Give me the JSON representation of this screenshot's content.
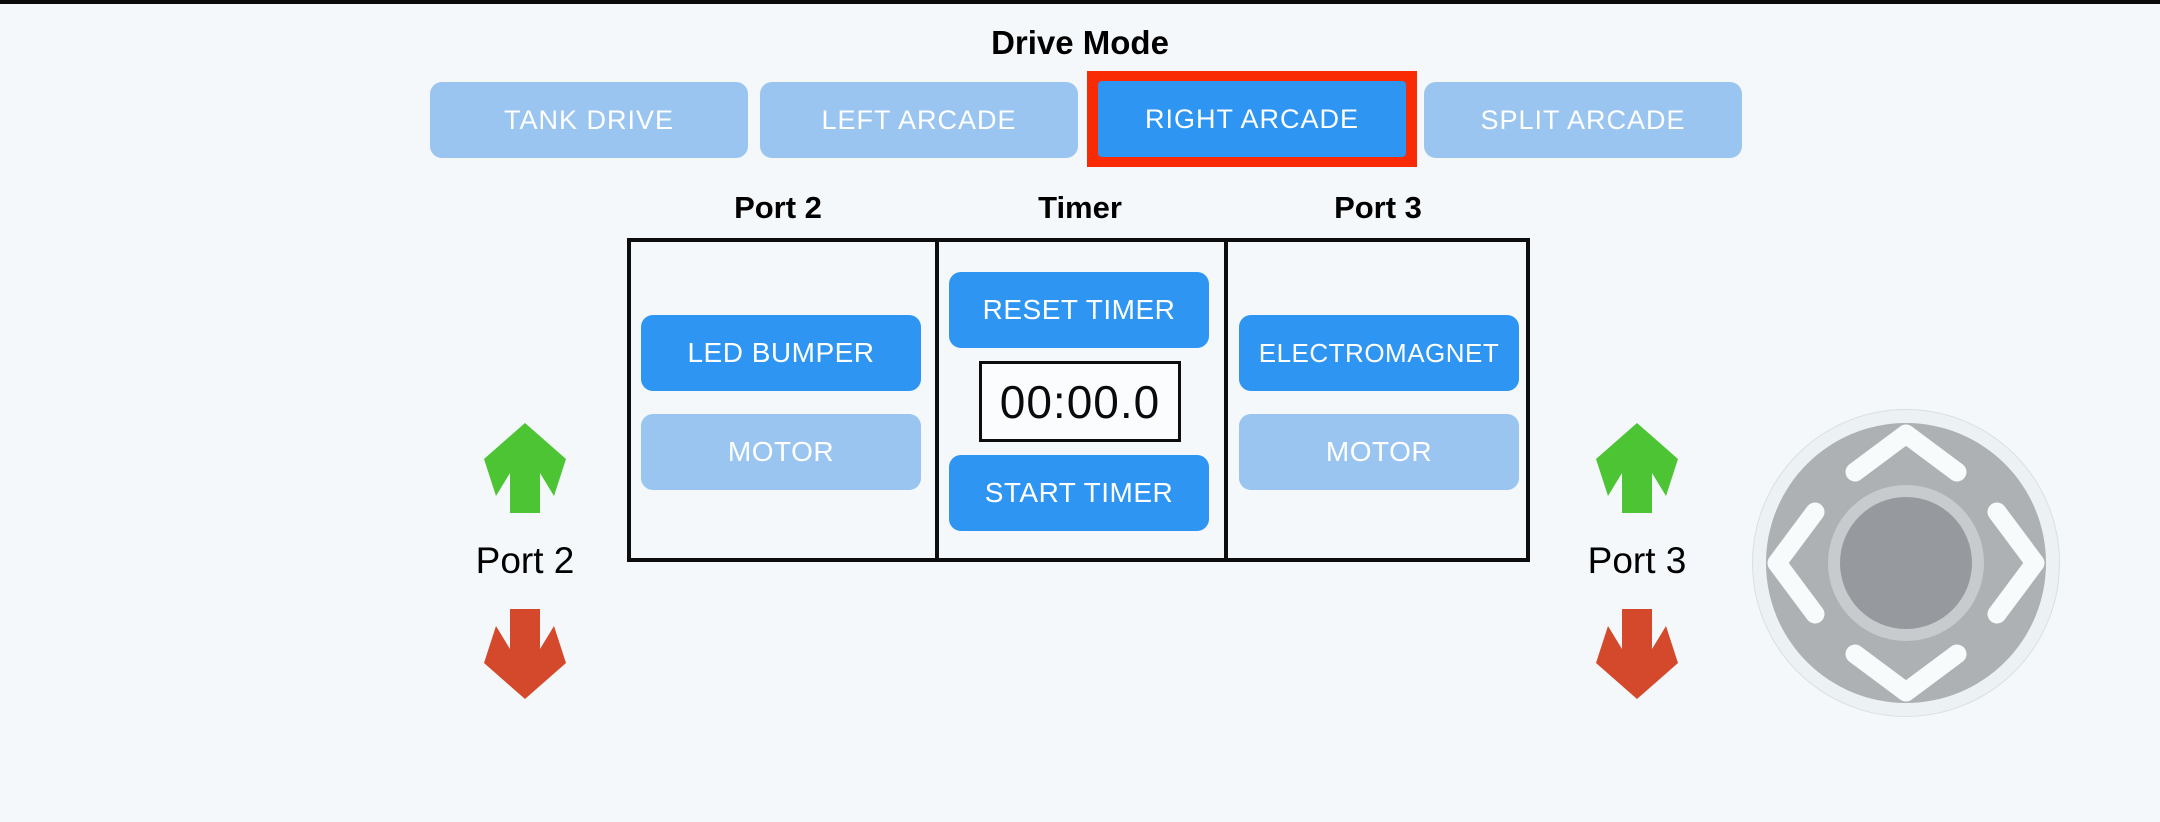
{
  "header": {
    "title": "Drive Mode"
  },
  "drive_modes": {
    "tank": {
      "label": "TANK DRIVE",
      "selected": false
    },
    "left_arcade": {
      "label": "LEFT ARCADE",
      "selected": false
    },
    "right_arcade": {
      "label": "RIGHT ARCADE",
      "selected": true
    },
    "split_arcade": {
      "label": "SPLIT ARCADE",
      "selected": false
    }
  },
  "panel": {
    "port2": {
      "header": "Port 2",
      "led_bumper": {
        "label": "LED BUMPER",
        "state": "active"
      },
      "motor": {
        "label": "MOTOR",
        "state": "inactive"
      }
    },
    "timer": {
      "header": "Timer",
      "reset_label": "RESET TIMER",
      "display_value": "00:00.0",
      "start_label": "START TIMER"
    },
    "port3": {
      "header": "Port 3",
      "electromagnet": {
        "label": "ELECTROMAGNET",
        "state": "active"
      },
      "motor": {
        "label": "MOTOR",
        "state": "inactive"
      }
    }
  },
  "side_controls": {
    "left": {
      "label": "Port 2",
      "up_icon": "green-up-arrow",
      "down_icon": "red-down-arrow"
    },
    "right": {
      "label": "Port 3",
      "up_icon": "green-up-arrow",
      "down_icon": "red-down-arrow"
    }
  },
  "joystick": {
    "chevrons": [
      "up",
      "left",
      "right",
      "down"
    ]
  },
  "colors": {
    "background": "#f4f8fa",
    "active_blue": "#2e95f3",
    "inactive_blue": "#9ac5f0",
    "selected_frame_red": "#f92b05",
    "arrow_green": "#4cc433",
    "arrow_red": "#d4492c",
    "panel_border": "#0d0d0d"
  }
}
